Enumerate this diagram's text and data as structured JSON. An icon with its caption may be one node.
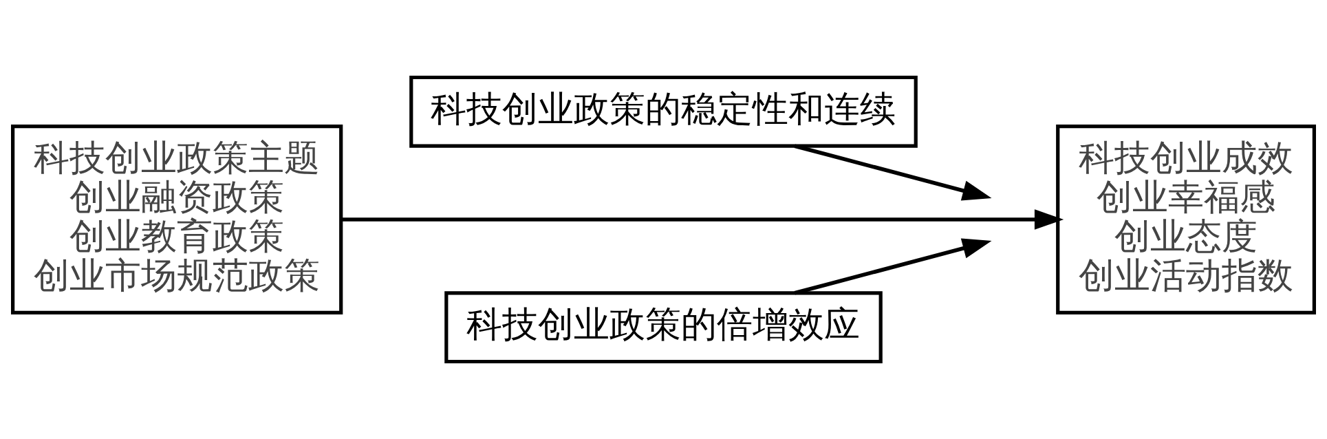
{
  "diagram": {
    "nodes": [
      {
        "text": [
          "科技创业政策的稳定性和连续"
        ]
      },
      {
        "text": [
          "科技创业政策主题",
          "创业融资政策",
          "创业教育政策",
          "创业市场规范政策"
        ]
      },
      {
        "text": [
          "科技创业成效",
          "创业幸福感",
          "创业态度",
          "创业活动指数"
        ]
      },
      {
        "text": [
          "科技创业政策的倍增效应"
        ]
      }
    ],
    "edges": [
      {
        "from": 1,
        "to": 2,
        "arrow": "to"
      },
      {
        "from": 0,
        "to": null,
        "arrow": "to"
      },
      {
        "from": 3,
        "to": null,
        "arrow": "to"
      }
    ]
  }
}
